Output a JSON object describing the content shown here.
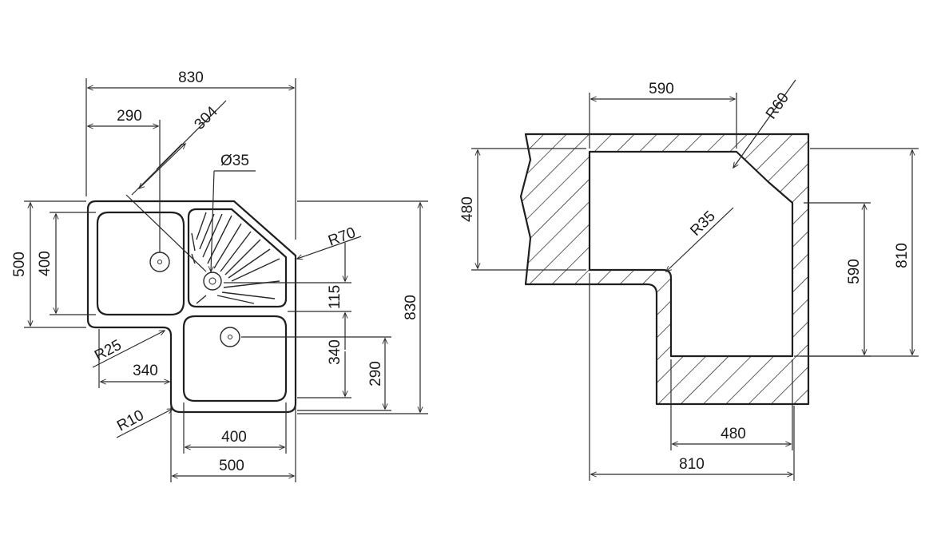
{
  "left_view": {
    "overall_width": "830",
    "left_bowl_offset": "290",
    "diagonal": "304",
    "drain_diameter": "Ø35",
    "depth_500": "500",
    "depth_400": "400",
    "corner_radius_70": "R70",
    "gap_115": "115",
    "overall_height": "830",
    "radius_25": "R25",
    "offset_340": "340",
    "bowl_depth_340": "340",
    "drain_290": "290",
    "radius_10": "R10",
    "bottom_bowl_width": "400",
    "bottom_width": "500"
  },
  "right_view": {
    "top_width": "590",
    "radius_60": "R60",
    "left_height": "480",
    "radius_35": "R35",
    "inner_height": "590",
    "overall_height": "810",
    "bottom_inner_width": "480",
    "overall_width": "810"
  }
}
